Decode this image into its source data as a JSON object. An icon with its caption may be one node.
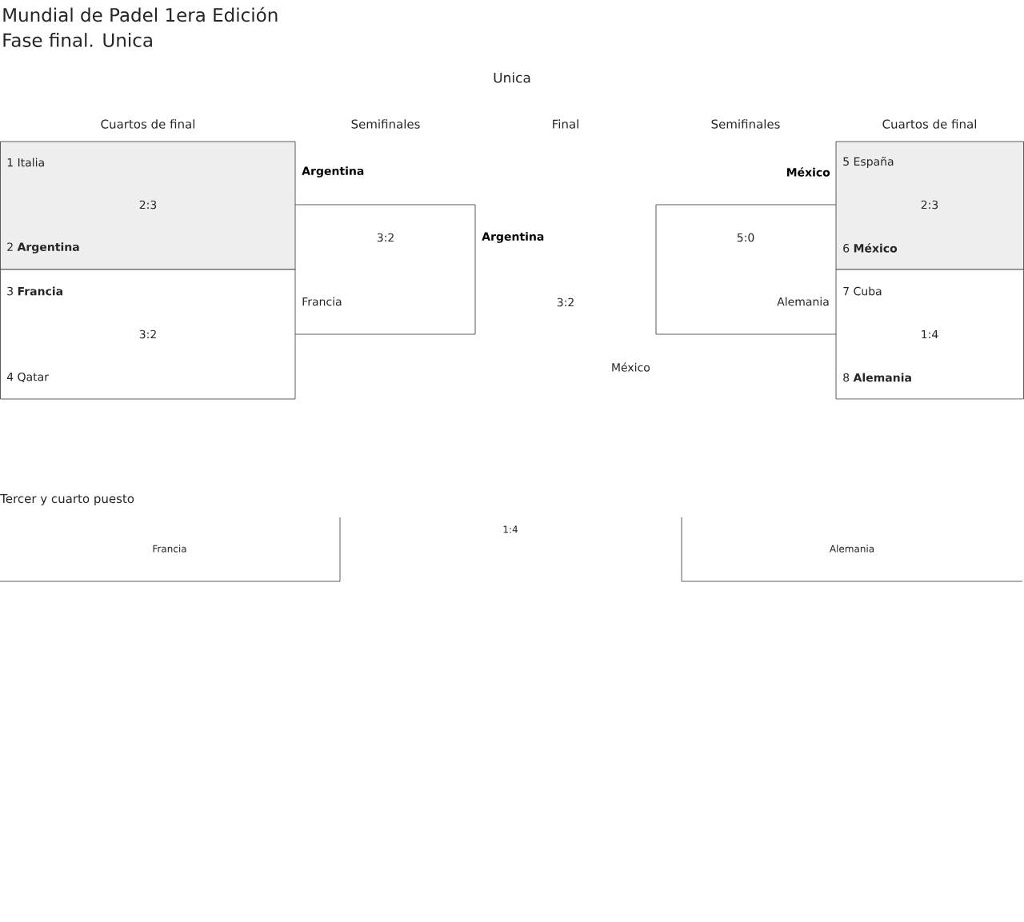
{
  "diagram": {
    "title": "Mundial de Padel 1era Edición",
    "nodes": [
      {
        "text": [
          "1 Italia",
          "2:3",
          "2 **Argentina**"
        ]
      },
      {
        "text": [
          "3 **Francia**",
          "3:2",
          "4 Qatar"
        ]
      },
      {
        "text": [
          "Argentina",
          "3:2",
          "Francia"
        ]
      },
      {
        "text": [
          "México",
          "5:0",
          "Alemania"
        ]
      },
      {
        "text": [
          "5 España",
          "2:3",
          "6 **México**"
        ]
      },
      {
        "text": [
          "7 Cuba",
          "1:4",
          "8 **Alemania**"
        ]
      },
      {
        "text": [
          "Francia"
        ]
      },
      {
        "text": [
          "Alemania"
        ]
      }
    ],
    "labels": [
      "Fase final. Unica",
      "Unica",
      "Cuartos de final",
      "Semifinales",
      "Final",
      "Semifinales",
      "Cuartos de final",
      "Argentina",
      "3:2",
      "México",
      "Tercer y cuarto puesto",
      "1:4"
    ]
  }
}
